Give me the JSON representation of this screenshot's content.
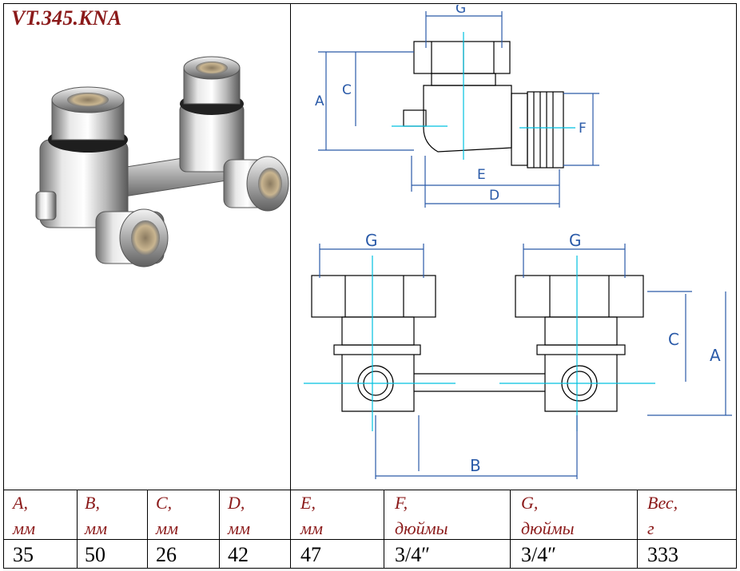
{
  "title": "VT.345.KNA",
  "drawing_labels": {
    "side": {
      "g": "G",
      "a": "A",
      "c": "C",
      "e": "E",
      "d": "D",
      "f": "F"
    },
    "front": {
      "g1": "G",
      "g2": "G",
      "c": "C",
      "a": "A",
      "b": "B"
    }
  },
  "table": {
    "headers": [
      {
        "line1": "A,",
        "line2": "мм"
      },
      {
        "line1": "B,",
        "line2": "мм"
      },
      {
        "line1": "C,",
        "line2": "мм"
      },
      {
        "line1": "D,",
        "line2": "мм"
      },
      {
        "line1": "E,",
        "line2": "мм"
      },
      {
        "line1": "F,",
        "line2": "дюймы"
      },
      {
        "line1": "G,",
        "line2": "дюймы"
      },
      {
        "line1": "Вес,",
        "line2": "г"
      }
    ],
    "values": [
      "35",
      "50",
      "26",
      "42",
      "47",
      "3/4″",
      "3/4″",
      "333"
    ]
  },
  "colors": {
    "title": "#8b1a1a",
    "dimension": "#2a5aa8",
    "centerline": "#00c0e0"
  }
}
